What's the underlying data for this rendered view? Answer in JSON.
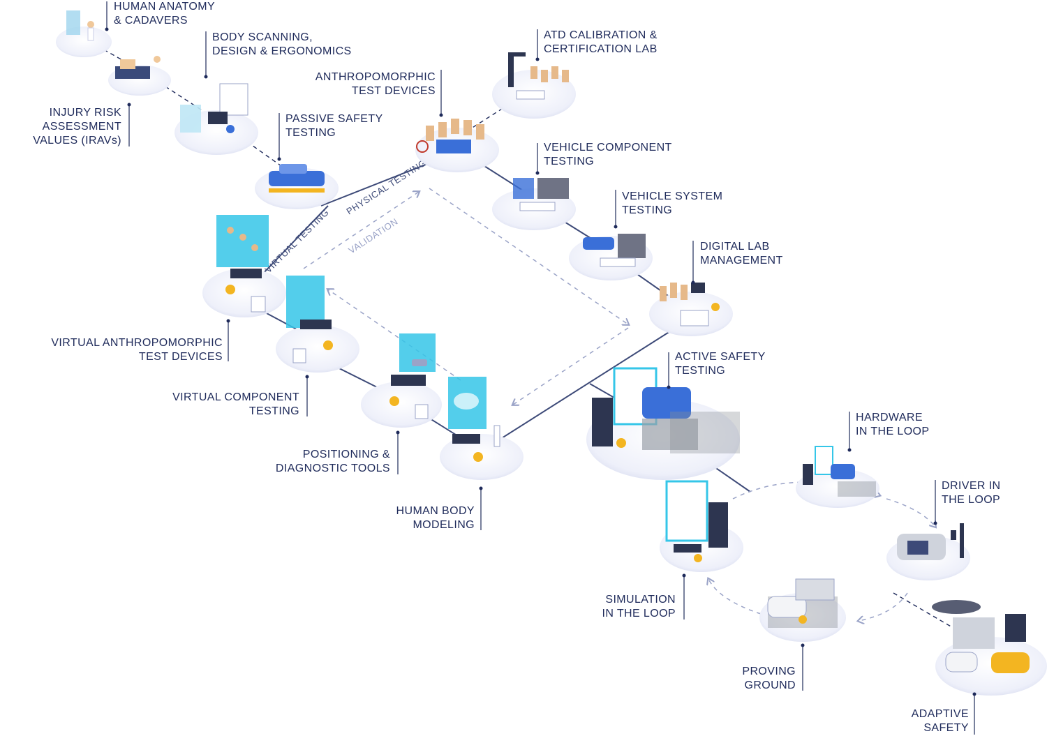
{
  "colors": {
    "navy": "#1e2a5a",
    "line": "#3d4a78",
    "dashed": "#9aa3c7",
    "platform": "#eceef8",
    "platform_shadow": "#c9cde6",
    "accent_cyan": "#35c6e8",
    "accent_yellow": "#f3b521",
    "accent_blue": "#3a6fd8"
  },
  "paths": {
    "physical": "PHYSICAL TESTING",
    "virtual": "VIRTUAL TESTING",
    "validation": "VALIDATION"
  },
  "nodes": [
    {
      "id": "human-anatomy",
      "lines": [
        "HUMAN ANATOMY",
        "& CADAVERS"
      ],
      "icon": "anatomy-icon"
    },
    {
      "id": "body-scanning",
      "lines": [
        "BODY SCANNING,",
        "DESIGN & ERGONOMICS"
      ],
      "icon": "scanner-icon"
    },
    {
      "id": "injury-risk",
      "lines": [
        "INJURY RISK",
        "ASSESSMENT",
        "VALUES (IRAVs)"
      ],
      "icon": "assessment-icon"
    },
    {
      "id": "passive-safety",
      "lines": [
        "PASSIVE SAFETY",
        "TESTING"
      ],
      "icon": "crash-car-icon"
    },
    {
      "id": "anthropomorphic",
      "lines": [
        "ANTHROPOMORPHIC",
        "TEST DEVICES"
      ],
      "icon": "dummy-icon"
    },
    {
      "id": "atd-calibration",
      "lines": [
        "ATD CALIBRATION &",
        "CERTIFICATION LAB"
      ],
      "icon": "robot-arm-icon"
    },
    {
      "id": "vehicle-component",
      "lines": [
        "VEHICLE COMPONENT",
        "TESTING"
      ],
      "icon": "component-rig-icon"
    },
    {
      "id": "vehicle-system",
      "lines": [
        "VEHICLE SYSTEM",
        "TESTING"
      ],
      "icon": "car-icon"
    },
    {
      "id": "digital-lab",
      "lines": [
        "DIGITAL LAB",
        "MANAGEMENT"
      ],
      "icon": "lab-icon"
    },
    {
      "id": "virtual-atd",
      "lines": [
        "VIRTUAL ANTHROPOMORPHIC",
        "TEST DEVICES"
      ],
      "icon": "monitor-icon"
    },
    {
      "id": "virtual-component",
      "lines": [
        "VIRTUAL COMPONENT",
        "TESTING"
      ],
      "icon": "workstation-icon"
    },
    {
      "id": "positioning",
      "lines": [
        "POSITIONING &",
        "DIAGNOSTIC TOOLS"
      ],
      "icon": "diagnostic-icon"
    },
    {
      "id": "human-body",
      "lines": [
        "HUMAN BODY",
        "MODELING"
      ],
      "icon": "body-model-icon"
    },
    {
      "id": "active-safety",
      "lines": [
        "ACTIVE SAFETY",
        "TESTING"
      ],
      "icon": "active-car-icon"
    },
    {
      "id": "hardware-loop",
      "lines": [
        "HARDWARE",
        "IN THE LOOP"
      ],
      "icon": "hardware-icon"
    },
    {
      "id": "driver-loop",
      "lines": [
        "DRIVER IN",
        "THE LOOP"
      ],
      "icon": "driver-icon"
    },
    {
      "id": "simulation-loop",
      "lines": [
        "SIMULATION",
        "IN THE LOOP"
      ],
      "icon": "simulation-icon"
    },
    {
      "id": "proving-ground",
      "lines": [
        "PROVING",
        "GROUND"
      ],
      "icon": "track-icon"
    },
    {
      "id": "adaptive-safety",
      "lines": [
        "ADAPTIVE",
        "SAFETY"
      ],
      "icon": "traffic-icon"
    }
  ]
}
